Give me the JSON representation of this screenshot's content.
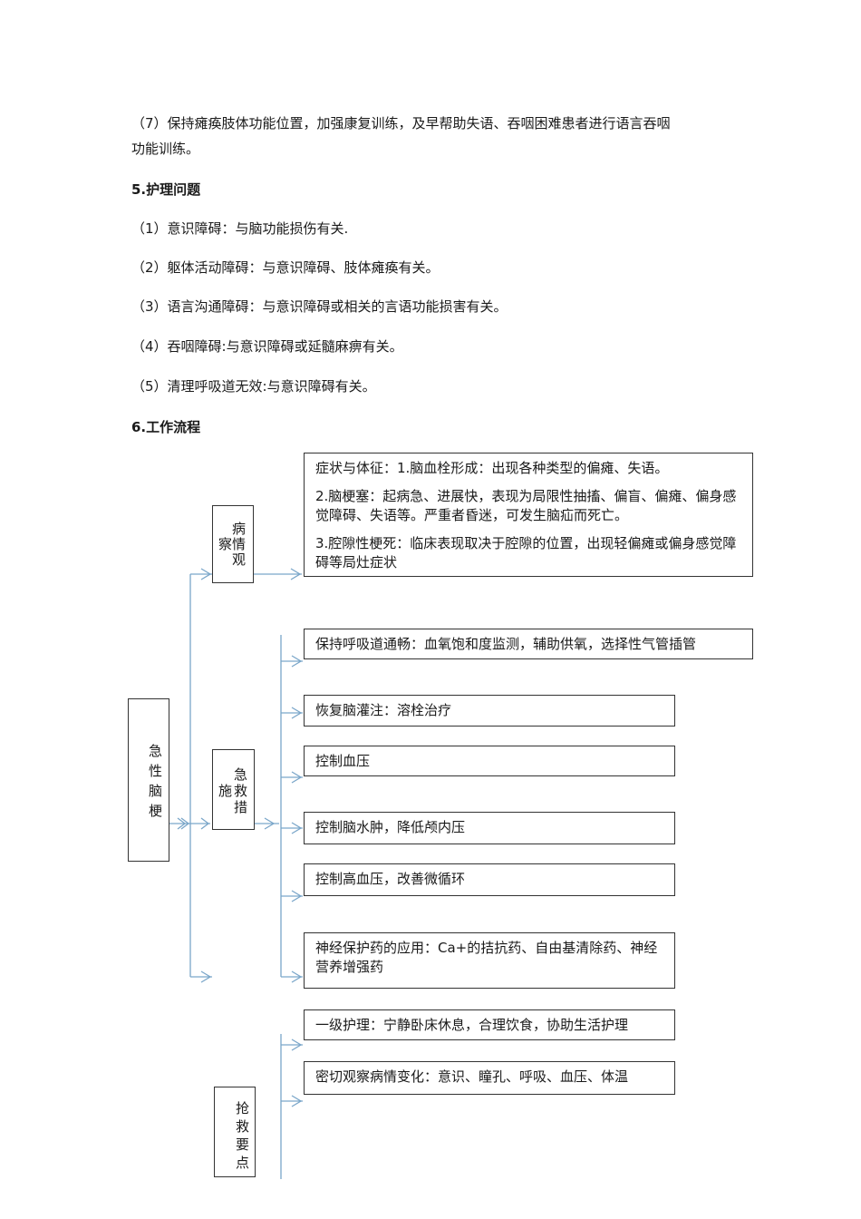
{
  "intro": {
    "line1": "（7）保持瘫痪肢体功能位置，加强康复训练，及早帮助失语、吞咽困难患者进行语言吞咽",
    "line2": "功能训练。"
  },
  "section5": {
    "title": "5.护理问题",
    "items": [
      "（1）意识障碍：与脑功能损伤有关.",
      "（2）躯体活动障碍：与意识障碍、肢体瘫痪有关。",
      "（3）语言沟通障碍：与意识障碍或相关的言语功能损害有关。",
      "（4）吞咽障碍:与意识障碍或延髓麻痹有关。",
      "（5）清理呼吸道无效:与意识障碍有关。"
    ]
  },
  "section6": {
    "title": "6.工作流程"
  },
  "flow": {
    "root": [
      "急",
      "性",
      "脑",
      "梗"
    ],
    "observe_label": [
      "病",
      "察",
      "情",
      "观"
    ],
    "rescue_label": [
      "急",
      "施",
      "救",
      "措"
    ],
    "key_label": [
      "抢",
      "救",
      "要",
      "点"
    ],
    "symptoms": [
      "症状与体征：1.脑血栓形成：出现各种类型的偏瘫、失语。",
      "2.脑梗塞：起病急、进展快，表现为局限性抽搐、偏盲、偏瘫、偏身感觉障碍、失语等。严重者昏迷，可发生脑疝而死亡。",
      "3.腔隙性梗死：临床表现取决于腔隙的位置，出现轻偏瘫或偏身感觉障碍等局灶症状"
    ],
    "measures": [
      "保持呼吸道通畅：血氧饱和度监测，辅助供氧，选择性气管插管",
      "恢复脑灌注：溶栓治疗",
      "控制血压",
      "控制脑水肿，降低颅内压",
      "控制高血压，改善微循环",
      "神经保护药的应用：Ca+的拮抗药、自由基清除药、神经营养增强药"
    ],
    "key_points": [
      "一级护理：宁静卧床休息，合理饮食，协助生活护理",
      "密切观察病情变化：意识、瞳孔、呼吸、血压、体温"
    ]
  }
}
